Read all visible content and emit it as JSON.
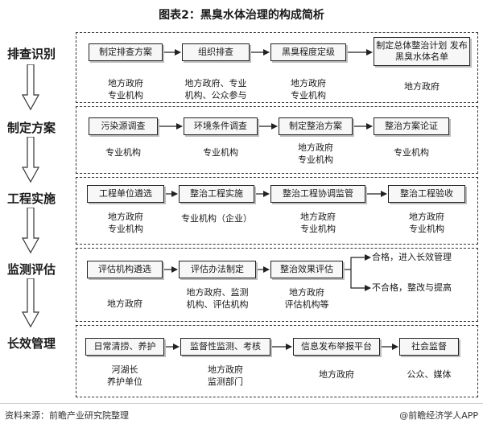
{
  "title": "图表2：黑臭水体治理的构成简析",
  "stages": [
    {
      "label": "排查识别"
    },
    {
      "label": "制定方案"
    },
    {
      "label": "工程实施"
    },
    {
      "label": "监测评估"
    },
    {
      "label": "长效管理"
    }
  ],
  "rows": [
    {
      "steps": [
        {
          "box": "制定排查方案",
          "sub": "地方政府\n专业机构"
        },
        {
          "box": "组织排查",
          "sub": "地方政府、专业\n机构、公众参与"
        },
        {
          "box": "黑臭程度定级",
          "sub": "地方政府\n专业机构"
        },
        {
          "box": "制定总体整治计划\n发布黑臭水体名单",
          "sub": "地方政府"
        }
      ]
    },
    {
      "steps": [
        {
          "box": "污染源调查",
          "sub": "专业机构"
        },
        {
          "box": "环境条件调查",
          "sub": "专业机构"
        },
        {
          "box": "制定整治方案",
          "sub": "地方政府\n专业机构"
        },
        {
          "box": "整治方案论证",
          "sub": "专业机构"
        }
      ]
    },
    {
      "steps": [
        {
          "box": "工程单位遴选",
          "sub": "地方政府\n专业机构"
        },
        {
          "box": "整治工程实施",
          "sub": "专业机构（企业）"
        },
        {
          "box": "整治工程协调监管",
          "sub": "地方政府\n专业机构"
        },
        {
          "box": "整治工程验收",
          "sub": "地方政府\n专业机构"
        }
      ]
    },
    {
      "steps": [
        {
          "box": "评估机构遴选",
          "sub": "地方政府"
        },
        {
          "box": "评估办法制定",
          "sub": "地方政府、监测\n机构、评估机构"
        },
        {
          "box": "整治效果评估",
          "sub": "地方政府\n评估机构等"
        }
      ],
      "outcomes": [
        "合格，进入长效管理",
        "不合格，整改与提高"
      ]
    },
    {
      "steps": [
        {
          "box": "日常清捞、养护",
          "sub": "河湖长\n养护单位"
        },
        {
          "box": "监督性监测、考核",
          "sub": "地方政府\n监测部门"
        },
        {
          "box": "信息发布举报平台",
          "sub": "地方政府"
        },
        {
          "box": "社会监督",
          "sub": "公众、媒体"
        }
      ]
    }
  ],
  "footer": {
    "source": "资料来源：前瞻产业研究院整理",
    "brand": "@前瞻经济学人APP"
  }
}
